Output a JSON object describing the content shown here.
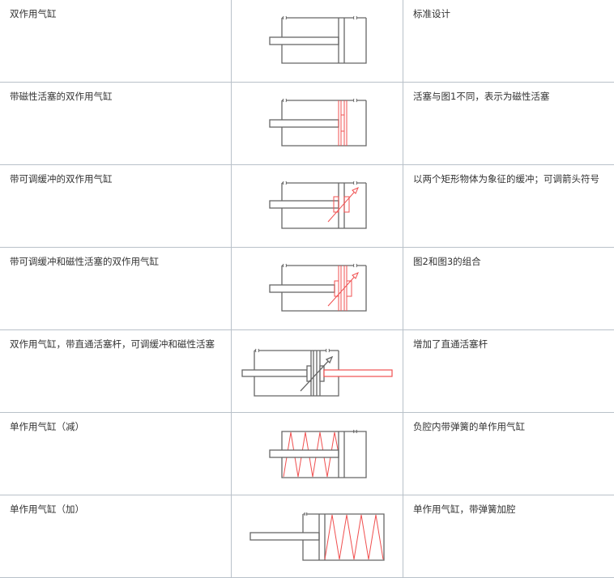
{
  "table": {
    "rows": [
      {
        "name": "双作用气缸",
        "symbol": "double-acting-cylinder",
        "description": "标准设计"
      },
      {
        "name": "带磁性活塞的双作用气缸",
        "symbol": "double-acting-cylinder-magnetic-piston",
        "description": "活塞与图1不同，表示为磁性活塞"
      },
      {
        "name": "带可调缓冲的双作用气缸",
        "symbol": "double-acting-cylinder-adjustable-cushion",
        "description": "以两个矩形物体为象征的缓冲；可调箭头符号"
      },
      {
        "name": "带可调缓冲和磁性活塞的双作用气缸",
        "symbol": "double-acting-cylinder-cushion-magnetic",
        "description": "图2和图3的组合"
      },
      {
        "name": "双作用气缸，带直通活塞杆，可调缓冲和磁性活塞",
        "symbol": "double-acting-cylinder-through-rod",
        "description": "增加了直通活塞杆"
      },
      {
        "name": "单作用气缸（减）",
        "symbol": "single-acting-cylinder-spring-return",
        "description": "负腔内带弹簧的单作用气缸"
      },
      {
        "name": "单作用气缸（加）",
        "symbol": "single-acting-cylinder-spring-extend",
        "description": "单作用气缸，带弹簧加腔"
      }
    ]
  },
  "colors": {
    "border": "#b9c1c9",
    "text": "#333333",
    "symbol_line": "#666666",
    "highlight": "#f05050"
  }
}
